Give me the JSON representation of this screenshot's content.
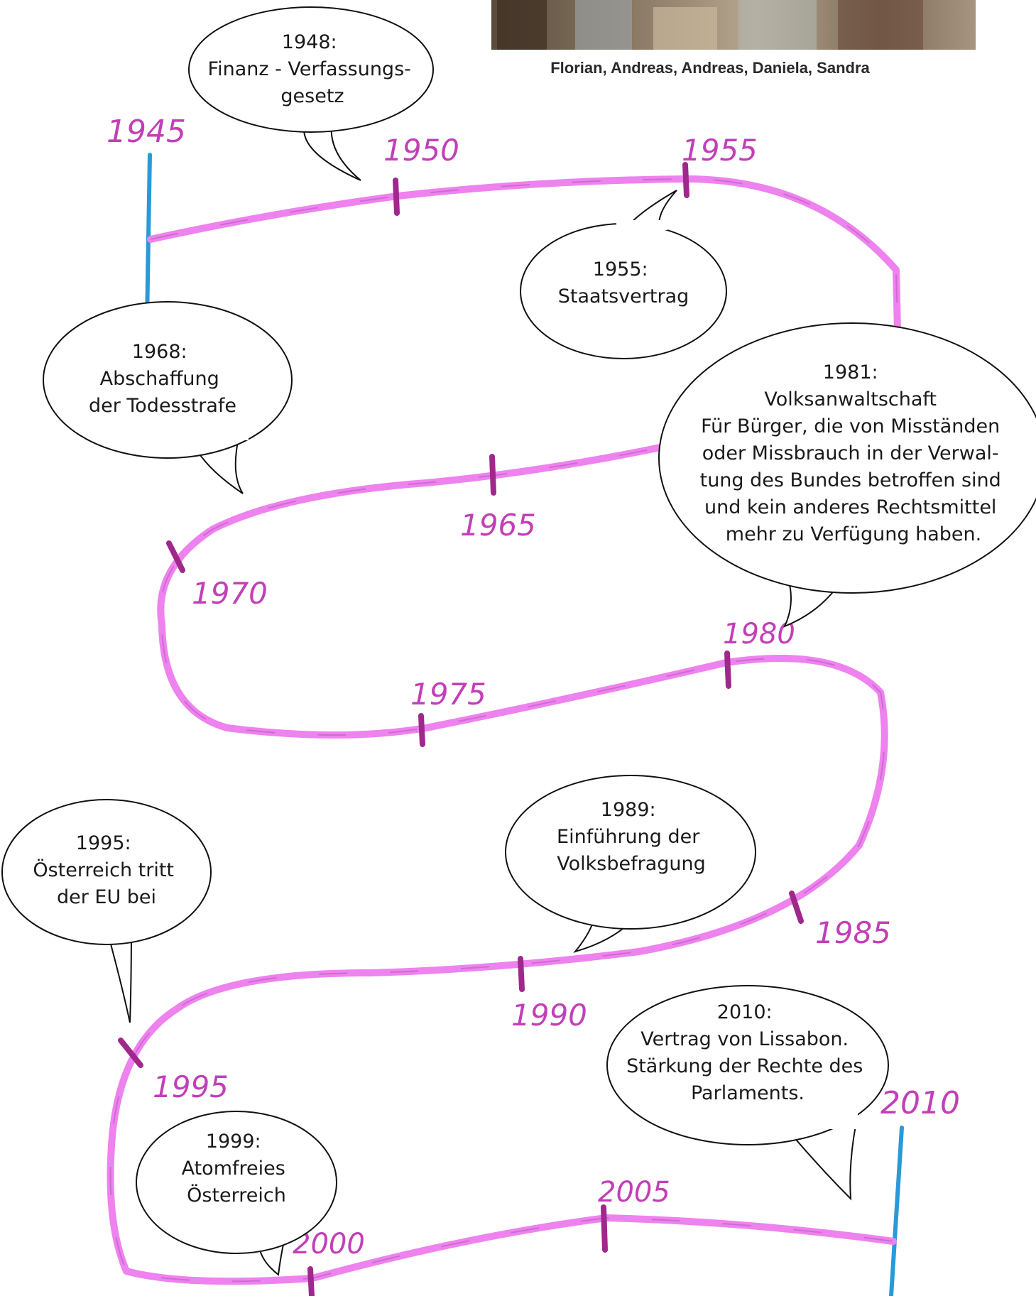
{
  "photo": {
    "caption": "Florian,  Andreas, Andreas, Daniela, Sandra"
  },
  "colors": {
    "path": "#ee82ee",
    "path_dark": "#c060c0",
    "tick": "#a0288c",
    "start_end_bar": "#2a9ad6",
    "handwriting": "#c23fb8"
  },
  "timeline": {
    "start_year": "1945",
    "end_year": "2010",
    "year_labels": [
      "1950",
      "1955",
      "1965",
      "1970",
      "1975",
      "1980",
      "1985",
      "1990",
      "1995",
      "2000",
      "2005"
    ]
  },
  "events": [
    {
      "lines": [
        "1948:",
        "Finanz - Verfassungs-",
        "gesetz"
      ]
    },
    {
      "lines": [
        "1955:",
        "Staatsvertrag"
      ]
    },
    {
      "lines": [
        "1968:",
        "Abschaffung",
        "der Todesstrafe"
      ]
    },
    {
      "lines": [
        "1981:",
        "Volksanwaltschaft",
        "Für Bürger, die von Misständen",
        "oder Missbrauch in der Verwal-",
        "tung des Bundes betroffen sind",
        "und kein anderes Rechtsmittel",
        "mehr zu Verfügung haben."
      ]
    },
    {
      "lines": [
        "1989:",
        "Einführung der",
        "Volksbefragung"
      ]
    },
    {
      "lines": [
        "1995:",
        "Österreich tritt",
        "der EU bei"
      ]
    },
    {
      "lines": [
        "1999:",
        "Atomfreies",
        "Österreich"
      ]
    },
    {
      "lines": [
        "2010:",
        "Vertrag von Lissabon.",
        "Stärkung der Rechte des",
        "Parlaments."
      ]
    }
  ]
}
